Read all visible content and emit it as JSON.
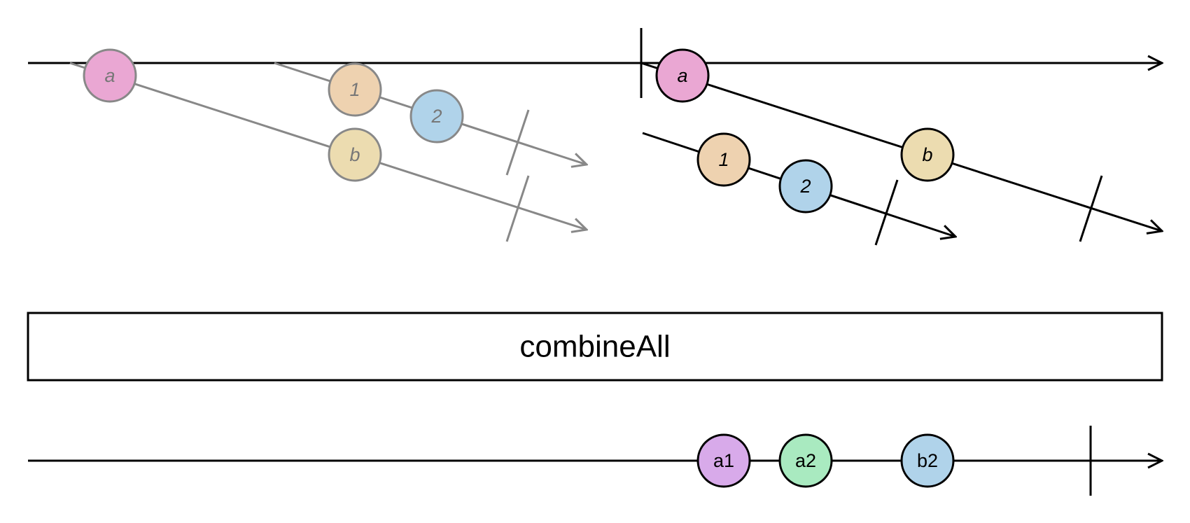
{
  "operator": {
    "label": "combineAll"
  },
  "colors": {
    "pink": "#eaa7d3",
    "orange": "#eed2b0",
    "blue": "#b0d3ea",
    "yellow": "#ecdcb0",
    "purple": "#d8aaea",
    "green": "#a9eac0",
    "result_blue": "#b0d3ea",
    "ghost_stroke": "#888888",
    "stroke": "#000000"
  },
  "input": {
    "ghost_marbles": [
      {
        "label": "a",
        "color": "pink"
      },
      {
        "label": "1",
        "color": "orange"
      },
      {
        "label": "2",
        "color": "blue"
      },
      {
        "label": "b",
        "color": "yellow"
      }
    ],
    "marbles": [
      {
        "label": "a",
        "color": "pink"
      },
      {
        "label": "b",
        "color": "yellow"
      },
      {
        "label": "1",
        "color": "orange"
      },
      {
        "label": "2",
        "color": "blue"
      }
    ]
  },
  "output": {
    "marbles": [
      {
        "label": "a1",
        "color": "purple"
      },
      {
        "label": "a2",
        "color": "green"
      },
      {
        "label": "b2",
        "color": "result_blue"
      }
    ]
  }
}
